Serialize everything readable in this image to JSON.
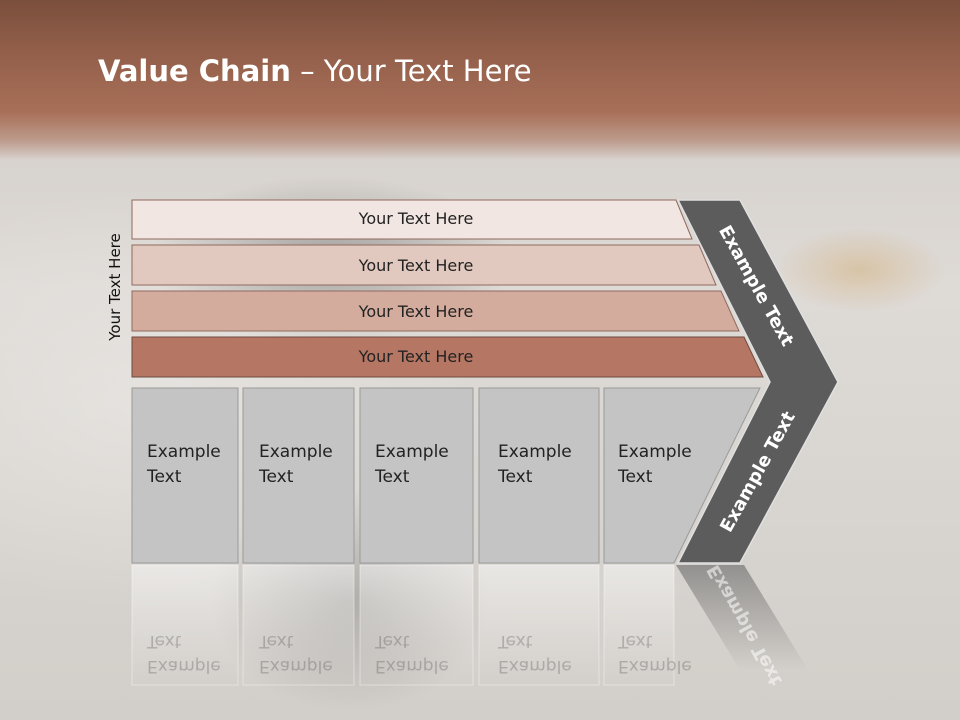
{
  "slide": {
    "title_bold": "Value Chain",
    "title_rest": " – Your Text Here",
    "side_label": "Your Text Here"
  },
  "bars": [
    {
      "label": "Your Text Here",
      "color": "#f1e6e2"
    },
    {
      "label": "Your Text Here",
      "color": "#e2c9bf"
    },
    {
      "label": "Your Text Here",
      "color": "#d3ac9e"
    },
    {
      "label": "Your Text Here",
      "color": "#b57763"
    }
  ],
  "boxes": [
    {
      "line1": "Example",
      "line2": "Text"
    },
    {
      "line1": "Example",
      "line2": "Text"
    },
    {
      "line1": "Example",
      "line2": "Text"
    },
    {
      "line1": "Example",
      "line2": "Text"
    },
    {
      "line1": "Example",
      "line2": "Text"
    }
  ],
  "chevron": {
    "upper_label": "Example Text",
    "lower_label": "Example Text",
    "color": "#5c5c5c"
  },
  "box_color": "#c4c4c4"
}
